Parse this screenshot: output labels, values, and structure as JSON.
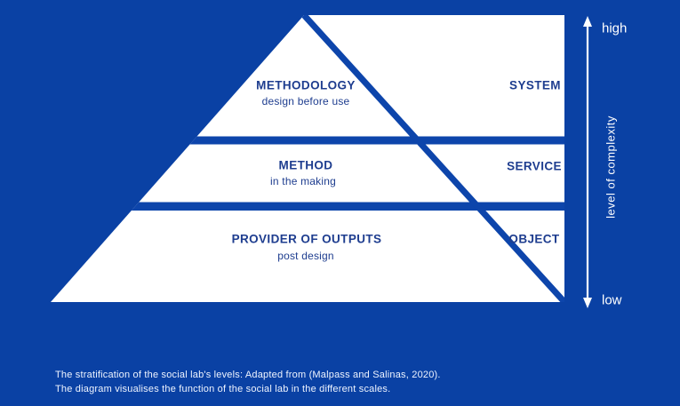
{
  "diagram": {
    "levels": [
      {
        "title": "METHODOLOGY",
        "subtitle": "design before use",
        "scale": "SYSTEM"
      },
      {
        "title": "METHOD",
        "subtitle": "in the making",
        "scale": "SERVICE"
      },
      {
        "title": "PROVIDER OF OUTPUTS",
        "subtitle": "post design",
        "scale": "OBJECT"
      }
    ],
    "axis": {
      "high_label": "high",
      "low_label": "low",
      "title": "level of complexity"
    }
  },
  "caption": {
    "line1": "The stratification of the social lab's levels: Adapted from (Malpass and Salinas, 2020).",
    "line2": "The diagram visualises the function of the social lab in the different scales."
  },
  "colors": {
    "background": "#0a41a4",
    "band_fill": "#ffffff",
    "separator_line": "#0d45ab",
    "label_text": "#1e3d8f",
    "axis_text": "#ffffff"
  }
}
